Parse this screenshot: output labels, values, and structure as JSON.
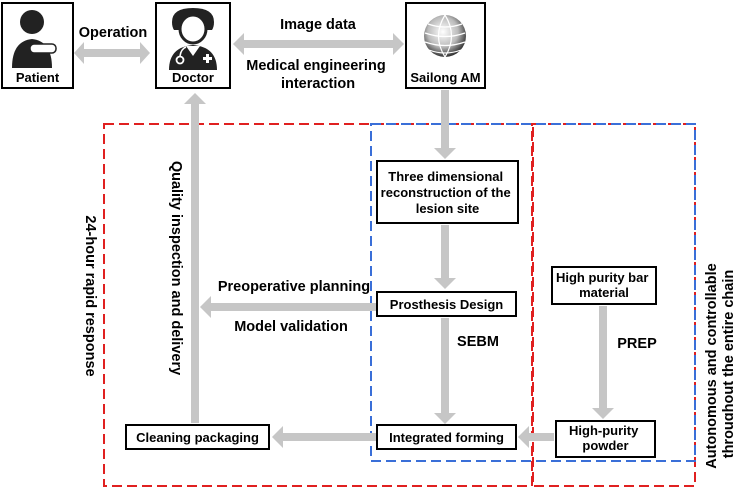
{
  "nodes": {
    "patient": "Patient",
    "doctor": "Doctor",
    "sailong": "Sailong AM",
    "reconstruction": [
      "Three dimensional",
      "reconstruction of the",
      "lesion site"
    ],
    "prosthesis": "Prosthesis Design",
    "bar_material": [
      "High purity bar",
      "material"
    ],
    "powder": [
      "High-purity",
      "powder"
    ],
    "integrated": "Integrated forming",
    "cleaning": "Cleaning packaging"
  },
  "edge_labels": {
    "operation": "Operation",
    "image_data": "Image data",
    "interaction": [
      "Medical engineering",
      "interaction"
    ],
    "preoperative": "Preoperative planning",
    "validation": "Model validation",
    "quality": "Quality inspection and delivery",
    "sebm": "SEBM",
    "prep": "PREP"
  },
  "region_labels": {
    "rapid": "24-hour rapid response",
    "autonomous": [
      "Autonomous and controllable",
      "throughout the entire chain"
    ]
  },
  "colors": {
    "red_region": "#e02020",
    "blue_region": "#3a6fd8",
    "arrow_fill": "#c6c6c6",
    "icon_dark": "#222222"
  },
  "icons": {
    "patient": "patient-person-icon",
    "doctor": "doctor-icon",
    "sailong": "sailong-globe-logo"
  }
}
